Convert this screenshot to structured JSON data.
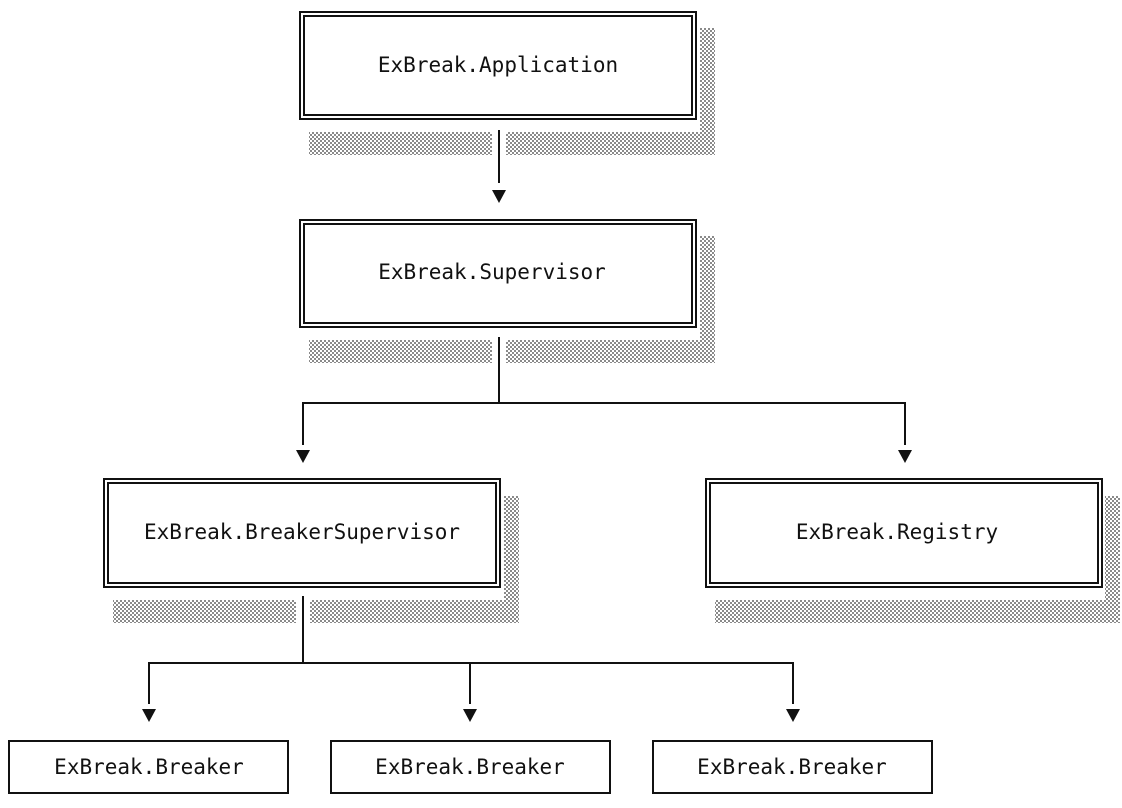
{
  "diagram": {
    "colors": {
      "ink": "#111111",
      "background": "#ffffff",
      "shadow": "#8a8a8a"
    },
    "nodes": [
      {
        "id": "application",
        "label": "ExBreak.Application",
        "style": "double-border-shadow"
      },
      {
        "id": "supervisor",
        "label": "ExBreak.Supervisor",
        "style": "double-border-shadow"
      },
      {
        "id": "breaker_supervisor",
        "label": "ExBreak.BreakerSupervisor",
        "style": "double-border-shadow"
      },
      {
        "id": "registry",
        "label": "ExBreak.Registry",
        "style": "double-border-shadow"
      },
      {
        "id": "breaker_1",
        "label": "ExBreak.Breaker",
        "style": "single-border"
      },
      {
        "id": "breaker_2",
        "label": "ExBreak.Breaker",
        "style": "single-border"
      },
      {
        "id": "breaker_3",
        "label": "ExBreak.Breaker",
        "style": "single-border"
      }
    ],
    "edges": [
      {
        "from": "application",
        "to": "supervisor"
      },
      {
        "from": "supervisor",
        "to": "breaker_supervisor"
      },
      {
        "from": "supervisor",
        "to": "registry"
      },
      {
        "from": "breaker_supervisor",
        "to": "breaker_1"
      },
      {
        "from": "breaker_supervisor",
        "to": "breaker_2"
      },
      {
        "from": "breaker_supervisor",
        "to": "breaker_3"
      }
    ]
  }
}
